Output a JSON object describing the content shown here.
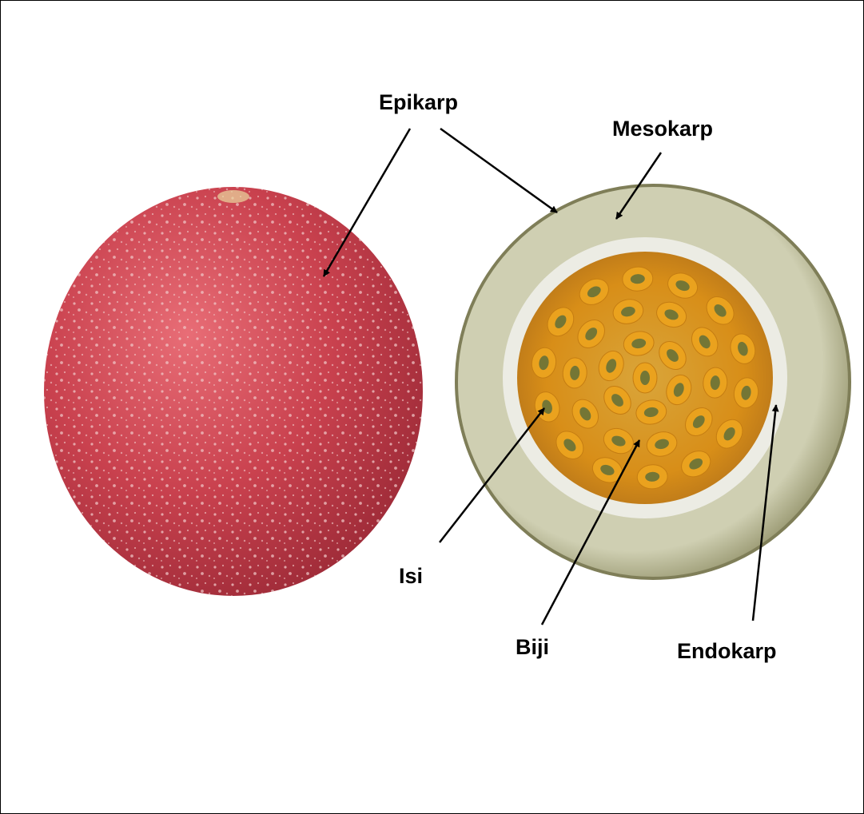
{
  "labels": {
    "epikarp": "Epikarp",
    "mesokarp": "Mesokarp",
    "isi": "Isi",
    "biji": "Biji",
    "endokarp": "Endokarp"
  },
  "colors": {
    "whole_fruit_skin": "#c8414c",
    "skin_speckles": "#e8b8b8",
    "cut_fruit_rind": "#8f8e66",
    "mesocarp_flesh": "#d9d9c3",
    "endocarp_membrane": "#ecece4",
    "pulp": "#e59d1c",
    "seeds": "#5f6e3a",
    "label_text": "#000000"
  }
}
